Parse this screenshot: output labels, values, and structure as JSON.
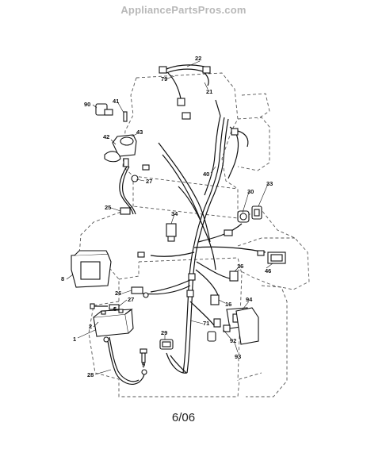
{
  "header": {
    "site": "AppliancePartsPros.com"
  },
  "footer": {
    "date_code": "6/06"
  },
  "parts": [
    {
      "id": "p22",
      "label": "22"
    },
    {
      "id": "p79",
      "label": "79"
    },
    {
      "id": "p21",
      "label": "21"
    },
    {
      "id": "p90",
      "label": "90"
    },
    {
      "id": "p41",
      "label": "41"
    },
    {
      "id": "p43",
      "label": "43"
    },
    {
      "id": "p42",
      "label": "42"
    },
    {
      "id": "p40",
      "label": "40"
    },
    {
      "id": "p27a",
      "label": "27"
    },
    {
      "id": "p25",
      "label": "25"
    },
    {
      "id": "p30",
      "label": "30"
    },
    {
      "id": "p33",
      "label": "33"
    },
    {
      "id": "p34",
      "label": "34"
    },
    {
      "id": "p8",
      "label": "8"
    },
    {
      "id": "p46",
      "label": "46"
    },
    {
      "id": "p26",
      "label": "26"
    },
    {
      "id": "p27b",
      "label": "27"
    },
    {
      "id": "p5",
      "label": "5"
    },
    {
      "id": "p16a",
      "label": "16"
    },
    {
      "id": "p16b",
      "label": "16"
    },
    {
      "id": "p94",
      "label": "94"
    },
    {
      "id": "p2",
      "label": "2"
    },
    {
      "id": "p1",
      "label": "1"
    },
    {
      "id": "p71",
      "label": "71"
    },
    {
      "id": "p29",
      "label": "29"
    },
    {
      "id": "p92",
      "label": "92"
    },
    {
      "id": "p93",
      "label": "93"
    },
    {
      "id": "p28",
      "label": "28"
    },
    {
      "id": "p9",
      "label": "9"
    }
  ]
}
